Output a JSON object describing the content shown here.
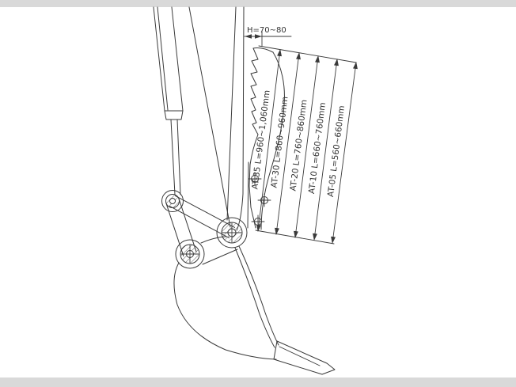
{
  "drawing": {
    "description": "excavator-ripper-attachment-technical-drawing"
  },
  "annotations": {
    "h_dimension": "H=70~80",
    "model_labels": [
      "AT-35 L=960~1,060mm",
      "AT-30 L=860~960mm",
      "AT-20 L=760~860mm",
      "AT-10 L=660~760mm",
      "AT-05 L=560~660mm"
    ]
  },
  "colors": {
    "line": "#3a3a3a",
    "background": "#ffffff",
    "border_strip": "#d9d9d9"
  }
}
